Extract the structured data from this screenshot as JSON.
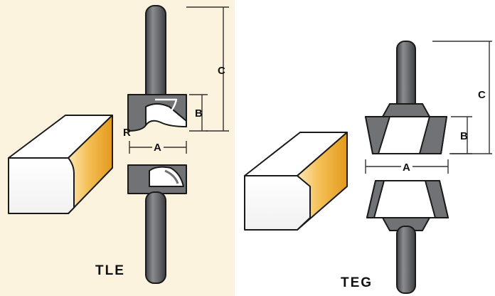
{
  "colors": {
    "left_panel": "#fcf3df",
    "steel": "#707275",
    "steel_dark": "#4f5154",
    "outline": "#1a1a1a",
    "edge_gold": "#e8a92a",
    "edge_gold_light": "#fcd890",
    "dim_line": "#333333"
  },
  "left_bit": {
    "caption": "TLE",
    "dimensions": {
      "a": "A",
      "b": "B",
      "c": "C",
      "r": "R"
    }
  },
  "right_bit": {
    "caption": "TEG",
    "dimensions": {
      "a": "A",
      "b": "B",
      "c": "C"
    }
  }
}
